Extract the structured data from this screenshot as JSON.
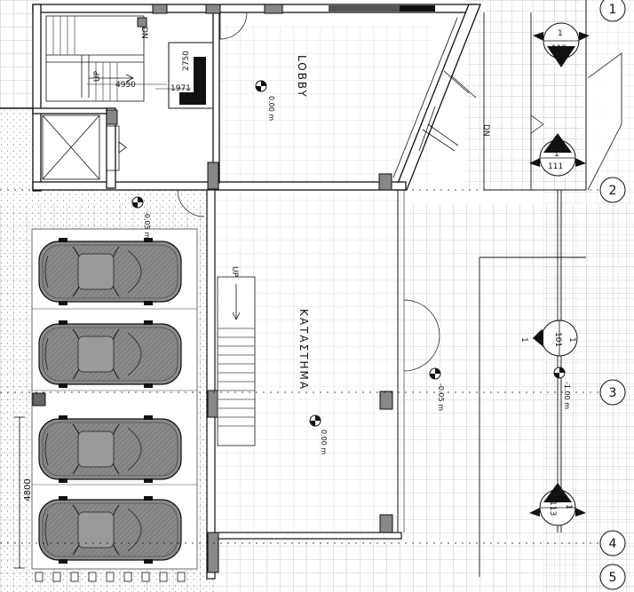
{
  "rooms": {
    "lobby": "LOBBY",
    "shop": "ΚΑΤΑΣΤΗΜΑ"
  },
  "levels": {
    "lobby": "0.00 m",
    "outside": "-0.05 m",
    "shop_mid": "-0.05 m",
    "shop_lower": "0.00 m",
    "ramp": "-1.00 m"
  },
  "stairs": {
    "dn_top": "DN",
    "up_top": "UP",
    "up_shop": "UP",
    "dn_right": "DN"
  },
  "dimensions": {
    "d4950": "4950",
    "d1971": "1971",
    "d2750": "2750",
    "d4800": "4800"
  },
  "sections": {
    "s112": {
      "num": "1",
      "sheet": "112"
    },
    "s111": {
      "num": "1",
      "sheet": "111"
    },
    "s101": {
      "num": "1",
      "sheet": "101"
    },
    "s113": {
      "num": "1",
      "sheet": "113"
    },
    "side_label": "1"
  },
  "grid_bubbles": [
    "1",
    "2",
    "3",
    "4",
    "5"
  ],
  "colors": {
    "line": "#111111",
    "grid": "#7a7a7a",
    "wall": "#ffffff",
    "hatch": "#888888"
  }
}
